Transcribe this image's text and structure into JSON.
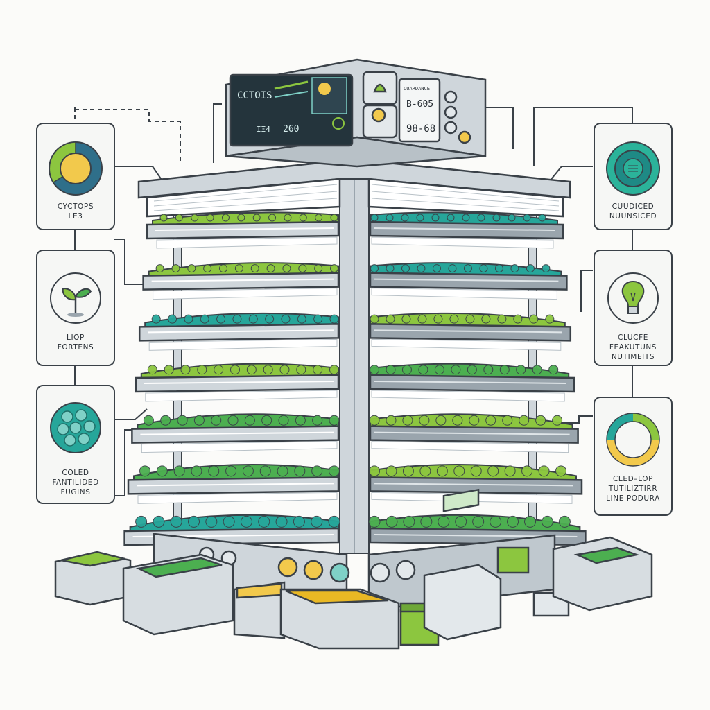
{
  "colors": {
    "outline": "#3a4148",
    "metal": "#cfd6db",
    "metal_dark": "#9aa5ad",
    "leaf_lime": "#8cc63f",
    "leaf_green": "#4caf50",
    "leaf_teal": "#26a69a",
    "screen": "#24343c",
    "accent_yellow": "#f2c94c",
    "background": "#fbfbf9"
  },
  "cards": {
    "left": [
      {
        "label": "CYCTOPS\nLE3",
        "icon": "donut-gauge-icon"
      },
      {
        "label": "LIOP\nFORTENS",
        "icon": "sprout-icon"
      },
      {
        "label": "COLED\nFANTILIDED\nFUGINS",
        "icon": "cluster-icon"
      }
    ],
    "right": [
      {
        "label": "CUUDICED\nNUUNSICED",
        "icon": "target-gauge-icon"
      },
      {
        "label": "CLUCFE\nFEAKUTUNS\nNUTIMEITS",
        "icon": "lightbulb-icon"
      },
      {
        "label": "CLED–LOP\nTUTILIZTIRR\nLINE PODURA",
        "icon": "ring-chart-icon"
      }
    ]
  },
  "control_panel": {
    "screen_title": "CCTOIS",
    "screen_reading_1": "260",
    "screen_reading_2": "ΙΞ4",
    "side_display_label": "CUARDANCE",
    "side_display_value_1": "B-605",
    "side_display_value_2": "98-68"
  },
  "tower": {
    "tiers": 7
  }
}
